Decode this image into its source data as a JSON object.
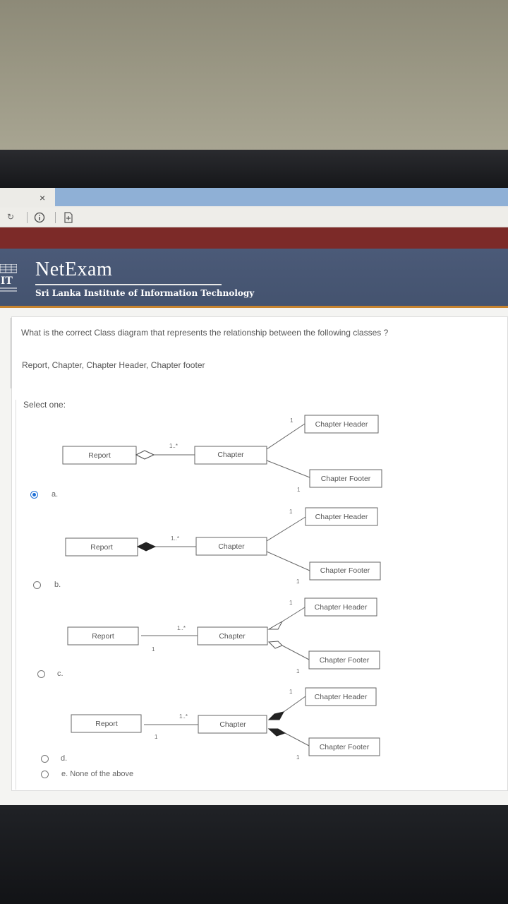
{
  "browser": {
    "close_glyph": "×"
  },
  "site": {
    "brand": "NetExam",
    "institution": "Sri Lanka Institute of Information Technology"
  },
  "question": {
    "prompt": "What is the correct Class diagram that represents the relationship between the following classes ?",
    "classes_line": "Report, Chapter, Chapter Header, Chapter footer",
    "select_label": "Select one:"
  },
  "uml": {
    "report": "Report",
    "chapter": "Chapter",
    "header": "Chapter Header",
    "footer": "Chapter Footer",
    "many": "1..*",
    "one": "1"
  },
  "options": [
    {
      "label": "a.",
      "checked": true
    },
    {
      "label": "b.",
      "checked": false
    },
    {
      "label": "c.",
      "checked": false
    },
    {
      "label": "d.",
      "checked": false
    },
    {
      "label": "e. None of the above",
      "checked": false
    }
  ]
}
